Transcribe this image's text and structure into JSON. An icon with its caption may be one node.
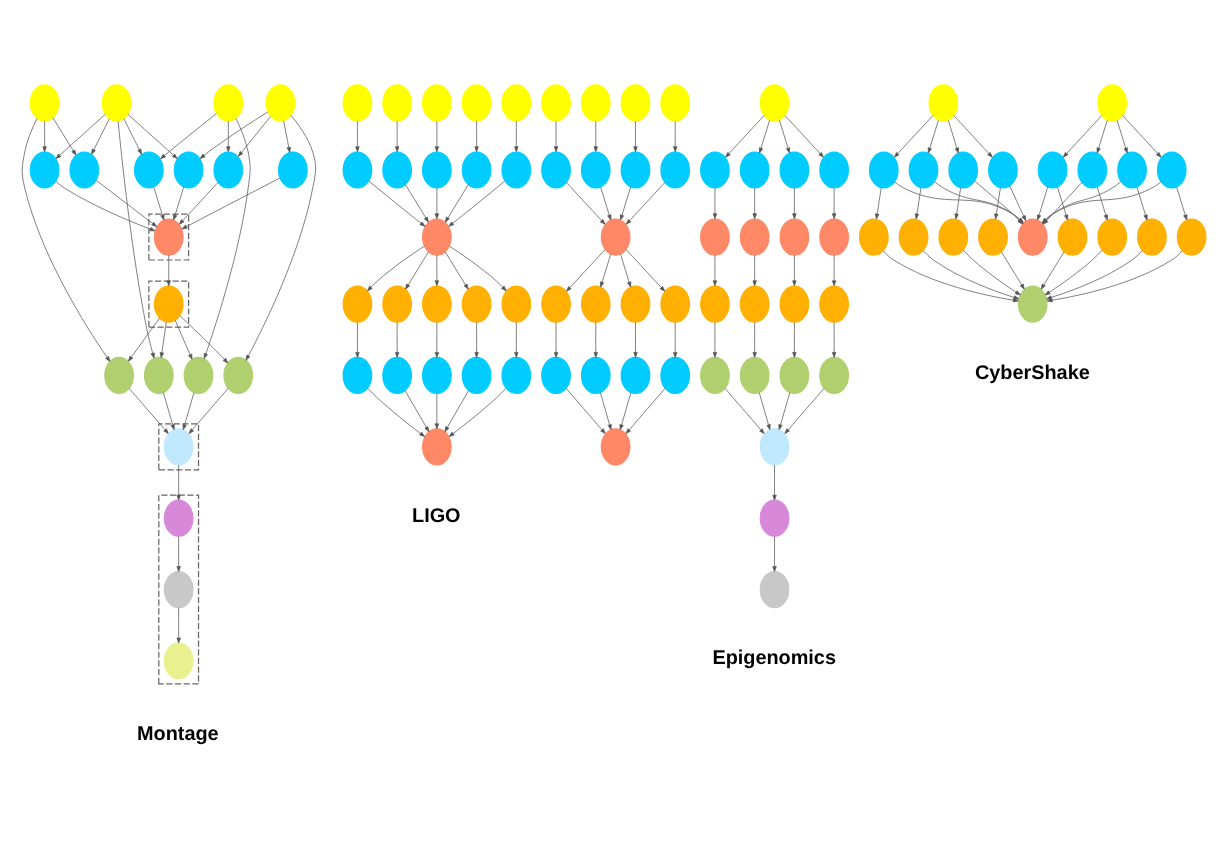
{
  "diagram": {
    "nodes": [
      {
        "text": [],
        "shape": "circle"
      },
      {
        "text": [],
        "shape": "circle"
      },
      {
        "text": [],
        "shape": "circle"
      },
      {
        "text": [],
        "shape": "circle"
      },
      {
        "text": [],
        "shape": "circle"
      },
      {
        "text": [],
        "shape": "circle"
      },
      {
        "text": [],
        "shape": "circle"
      },
      {
        "text": [],
        "shape": "circle"
      },
      {
        "text": [],
        "shape": "circle"
      },
      {
        "text": [],
        "shape": "circle"
      },
      {
        "text": [],
        "shape": "box"
      },
      {
        "text": [],
        "shape": "circle",
        "in": 10
      },
      {
        "text": [],
        "shape": "box"
      },
      {
        "text": [],
        "shape": "circle",
        "in": 12
      },
      {
        "text": [],
        "shape": "circle"
      },
      {
        "text": [],
        "shape": "circle"
      },
      {
        "text": [],
        "shape": "circle"
      },
      {
        "text": [],
        "shape": "circle"
      },
      {
        "text": [],
        "shape": "box"
      },
      {
        "text": [],
        "shape": "circle",
        "in": 18
      },
      {
        "text": [],
        "shape": "box"
      },
      {
        "text": [],
        "shape": "circle",
        "in": 20
      },
      {
        "text": [],
        "shape": "circle",
        "in": 20
      },
      {
        "text": [],
        "shape": "circle",
        "in": 20
      },
      {
        "text": [],
        "shape": "circle"
      },
      {
        "text": [],
        "shape": "circle"
      },
      {
        "text": [],
        "shape": "circle"
      },
      {
        "text": [],
        "shape": "circle"
      },
      {
        "text": [],
        "shape": "circle"
      },
      {
        "text": [],
        "shape": "circle"
      },
      {
        "text": [],
        "shape": "circle"
      },
      {
        "text": [],
        "shape": "circle"
      },
      {
        "text": [],
        "shape": "circle"
      },
      {
        "text": [],
        "shape": "circle"
      },
      {
        "text": [],
        "shape": "circle"
      },
      {
        "text": [],
        "shape": "circle"
      },
      {
        "text": [],
        "shape": "circle"
      },
      {
        "text": [],
        "shape": "circle"
      },
      {
        "text": [],
        "shape": "circle"
      },
      {
        "text": [],
        "shape": "circle"
      },
      {
        "text": [],
        "shape": "circle"
      },
      {
        "text": [],
        "shape": "circle"
      },
      {
        "text": [],
        "shape": "circle"
      },
      {
        "text": [],
        "shape": "circle"
      },
      {
        "text": [],
        "shape": "circle"
      },
      {
        "text": [],
        "shape": "circle"
      },
      {
        "text": [],
        "shape": "circle"
      },
      {
        "text": [],
        "shape": "circle"
      },
      {
        "text": [],
        "shape": "circle"
      },
      {
        "text": [],
        "shape": "circle"
      },
      {
        "text": [],
        "shape": "circle"
      },
      {
        "text": [],
        "shape": "circle"
      },
      {
        "text": [],
        "shape": "circle"
      },
      {
        "text": [],
        "shape": "circle"
      },
      {
        "text": [],
        "shape": "circle"
      },
      {
        "text": [],
        "shape": "circle"
      },
      {
        "text": [],
        "shape": "circle"
      },
      {
        "text": [],
        "shape": "circle"
      },
      {
        "text": [],
        "shape": "circle"
      },
      {
        "text": [],
        "shape": "circle"
      },
      {
        "text": [],
        "shape": "circle"
      },
      {
        "text": [],
        "shape": "circle"
      },
      {
        "text": [],
        "shape": "circle"
      },
      {
        "text": [],
        "shape": "circle"
      },
      {
        "text": [],
        "shape": "circle"
      },
      {
        "text": [],
        "shape": "circle"
      },
      {
        "text": [],
        "shape": "circle"
      },
      {
        "text": [],
        "shape": "circle"
      },
      {
        "text": [],
        "shape": "circle"
      },
      {
        "text": [],
        "shape": "circle"
      },
      {
        "text": [],
        "shape": "circle"
      },
      {
        "text": [],
        "shape": "circle"
      },
      {
        "text": [],
        "shape": "circle"
      },
      {
        "text": [],
        "shape": "circle"
      },
      {
        "text": [],
        "shape": "circle"
      },
      {
        "text": [],
        "shape": "circle"
      },
      {
        "text": [],
        "shape": "circle"
      },
      {
        "text": [],
        "shape": "circle"
      },
      {
        "text": [],
        "shape": "circle"
      },
      {
        "text": [],
        "shape": "circle"
      },
      {
        "text": [],
        "shape": "circle"
      },
      {
        "text": [],
        "shape": "circle"
      },
      {
        "text": [],
        "shape": "circle"
      },
      {
        "text": [],
        "shape": "circle"
      },
      {
        "text": [],
        "shape": "circle"
      },
      {
        "text": [],
        "shape": "circle"
      },
      {
        "text": [],
        "shape": "circle"
      },
      {
        "text": [],
        "shape": "circle"
      },
      {
        "text": [],
        "shape": "circle"
      },
      {
        "text": [],
        "shape": "circle"
      },
      {
        "text": [],
        "shape": "circle"
      },
      {
        "text": [],
        "shape": "circle"
      },
      {
        "text": [],
        "shape": "circle"
      },
      {
        "text": [],
        "shape": "circle"
      },
      {
        "text": [],
        "shape": "circle"
      },
      {
        "text": [],
        "shape": "circle"
      },
      {
        "text": [],
        "shape": "circle"
      },
      {
        "text": [],
        "shape": "circle"
      },
      {
        "text": [],
        "shape": "circle"
      },
      {
        "text": [],
        "shape": "circle"
      },
      {
        "text": [],
        "shape": "circle"
      },
      {
        "text": [],
        "shape": "circle"
      },
      {
        "text": [],
        "shape": "circle"
      },
      {
        "text": [],
        "shape": "circle"
      }
    ],
    "edges": [
      {
        "from": 0,
        "to": 4,
        "arrow": "to"
      },
      {
        "from": 0,
        "to": 5,
        "arrow": "to"
      },
      {
        "from": 0,
        "to": 14,
        "arrow": "to"
      },
      {
        "from": 1,
        "to": 4,
        "arrow": "to"
      },
      {
        "from": 1,
        "to": 5,
        "arrow": "to"
      },
      {
        "from": 1,
        "to": 6,
        "arrow": "to"
      },
      {
        "from": 1,
        "to": 8,
        "arrow": "to"
      },
      {
        "from": 1,
        "to": 15,
        "arrow": "to"
      },
      {
        "from": 2,
        "to": 6,
        "arrow": "to"
      },
      {
        "from": 2,
        "to": 7,
        "arrow": "to"
      },
      {
        "from": 2,
        "to": 16,
        "arrow": "to"
      },
      {
        "from": 3,
        "to": 7,
        "arrow": "to"
      },
      {
        "from": 3,
        "to": 8,
        "arrow": "to"
      },
      {
        "from": 3,
        "to": 9,
        "arrow": "to"
      },
      {
        "from": 3,
        "to": 17,
        "arrow": "to"
      },
      {
        "from": 4,
        "to": 11,
        "arrow": "to"
      },
      {
        "from": 5,
        "to": 11,
        "arrow": "to"
      },
      {
        "from": 6,
        "to": 11,
        "arrow": "to"
      },
      {
        "from": 7,
        "to": 11,
        "arrow": "to"
      },
      {
        "from": 8,
        "to": 11,
        "arrow": "to"
      },
      {
        "from": 9,
        "to": 11,
        "arrow": "to"
      },
      {
        "from": 11,
        "to": 13,
        "arrow": "to"
      },
      {
        "from": 13,
        "to": 14,
        "arrow": "to"
      },
      {
        "from": 13,
        "to": 15,
        "arrow": "to"
      },
      {
        "from": 13,
        "to": 16,
        "arrow": "to"
      },
      {
        "from": 13,
        "to": 17,
        "arrow": "to"
      },
      {
        "from": 14,
        "to": 19,
        "arrow": "to"
      },
      {
        "from": 15,
        "to": 19,
        "arrow": "to"
      },
      {
        "from": 16,
        "to": 19,
        "arrow": "to"
      },
      {
        "from": 17,
        "to": 19,
        "arrow": "to"
      },
      {
        "from": 19,
        "to": 21,
        "arrow": "to"
      },
      {
        "from": 21,
        "to": 22,
        "arrow": "to"
      },
      {
        "from": 22,
        "to": 23,
        "arrow": "to"
      },
      {
        "from": 24,
        "to": 33,
        "arrow": "to"
      },
      {
        "from": 25,
        "to": 34,
        "arrow": "to"
      },
      {
        "from": 26,
        "to": 35,
        "arrow": "to"
      },
      {
        "from": 27,
        "to": 36,
        "arrow": "to"
      },
      {
        "from": 28,
        "to": 37,
        "arrow": "to"
      },
      {
        "from": 29,
        "to": 38,
        "arrow": "to"
      },
      {
        "from": 30,
        "to": 39,
        "arrow": "to"
      },
      {
        "from": 31,
        "to": 40,
        "arrow": "to"
      },
      {
        "from": 32,
        "to": 41,
        "arrow": "to"
      },
      {
        "from": 33,
        "to": 42,
        "arrow": "to"
      },
      {
        "from": 34,
        "to": 42,
        "arrow": "to"
      },
      {
        "from": 35,
        "to": 42,
        "arrow": "to"
      },
      {
        "from": 36,
        "to": 42,
        "arrow": "to"
      },
      {
        "from": 37,
        "to": 42,
        "arrow": "to"
      },
      {
        "from": 38,
        "to": 43,
        "arrow": "to"
      },
      {
        "from": 39,
        "to": 43,
        "arrow": "to"
      },
      {
        "from": 40,
        "to": 43,
        "arrow": "to"
      },
      {
        "from": 41,
        "to": 43,
        "arrow": "to"
      },
      {
        "from": 42,
        "to": 44,
        "arrow": "to"
      },
      {
        "from": 42,
        "to": 45,
        "arrow": "to"
      },
      {
        "from": 42,
        "to": 46,
        "arrow": "to"
      },
      {
        "from": 42,
        "to": 47,
        "arrow": "to"
      },
      {
        "from": 42,
        "to": 48,
        "arrow": "to"
      },
      {
        "from": 43,
        "to": 49,
        "arrow": "to"
      },
      {
        "from": 43,
        "to": 50,
        "arrow": "to"
      },
      {
        "from": 43,
        "to": 51,
        "arrow": "to"
      },
      {
        "from": 43,
        "to": 52,
        "arrow": "to"
      },
      {
        "from": 44,
        "to": 53,
        "arrow": "to"
      },
      {
        "from": 45,
        "to": 54,
        "arrow": "to"
      },
      {
        "from": 46,
        "to": 55,
        "arrow": "to"
      },
      {
        "from": 47,
        "to": 56,
        "arrow": "to"
      },
      {
        "from": 48,
        "to": 57,
        "arrow": "to"
      },
      {
        "from": 49,
        "to": 58,
        "arrow": "to"
      },
      {
        "from": 50,
        "to": 59,
        "arrow": "to"
      },
      {
        "from": 51,
        "to": 60,
        "arrow": "to"
      },
      {
        "from": 52,
        "to": 61,
        "arrow": "to"
      },
      {
        "from": 53,
        "to": 62,
        "arrow": "to"
      },
      {
        "from": 54,
        "to": 62,
        "arrow": "to"
      },
      {
        "from": 55,
        "to": 62,
        "arrow": "to"
      },
      {
        "from": 56,
        "to": 62,
        "arrow": "to"
      },
      {
        "from": 57,
        "to": 62,
        "arrow": "to"
      },
      {
        "from": 58,
        "to": 63,
        "arrow": "to"
      },
      {
        "from": 59,
        "to": 63,
        "arrow": "to"
      },
      {
        "from": 60,
        "to": 63,
        "arrow": "to"
      },
      {
        "from": 61,
        "to": 63,
        "arrow": "to"
      },
      {
        "from": 64,
        "to": 65,
        "arrow": "to"
      },
      {
        "from": 64,
        "to": 66,
        "arrow": "to"
      },
      {
        "from": 64,
        "to": 67,
        "arrow": "to"
      },
      {
        "from": 64,
        "to": 68,
        "arrow": "to"
      },
      {
        "from": 65,
        "to": 69,
        "arrow": "to"
      },
      {
        "from": 66,
        "to": 70,
        "arrow": "to"
      },
      {
        "from": 67,
        "to": 71,
        "arrow": "to"
      },
      {
        "from": 68,
        "to": 72,
        "arrow": "to"
      },
      {
        "from": 69,
        "to": 73,
        "arrow": "to"
      },
      {
        "from": 70,
        "to": 74,
        "arrow": "to"
      },
      {
        "from": 71,
        "to": 75,
        "arrow": "to"
      },
      {
        "from": 72,
        "to": 76,
        "arrow": "to"
      },
      {
        "from": 73,
        "to": 77,
        "arrow": "to"
      },
      {
        "from": 74,
        "to": 78,
        "arrow": "to"
      },
      {
        "from": 75,
        "to": 79,
        "arrow": "to"
      },
      {
        "from": 76,
        "to": 80,
        "arrow": "to"
      },
      {
        "from": 77,
        "to": 81,
        "arrow": "to"
      },
      {
        "from": 78,
        "to": 81,
        "arrow": "to"
      },
      {
        "from": 79,
        "to": 81,
        "arrow": "to"
      },
      {
        "from": 80,
        "to": 81,
        "arrow": "to"
      },
      {
        "from": 81,
        "to": 82,
        "arrow": "to"
      },
      {
        "from": 82,
        "to": 83,
        "arrow": "to"
      },
      {
        "from": 84,
        "to": 86,
        "arrow": "to"
      },
      {
        "from": 84,
        "to": 87,
        "arrow": "to"
      },
      {
        "from": 84,
        "to": 88,
        "arrow": "to"
      },
      {
        "from": 84,
        "to": 89,
        "arrow": "to"
      },
      {
        "from": 85,
        "to": 90,
        "arrow": "to"
      },
      {
        "from": 85,
        "to": 91,
        "arrow": "to"
      },
      {
        "from": 85,
        "to": 92,
        "arrow": "to"
      },
      {
        "from": 85,
        "to": 93,
        "arrow": "to"
      },
      {
        "from": 86,
        "to": 94,
        "arrow": "to"
      },
      {
        "from": 87,
        "to": 94,
        "arrow": "to"
      },
      {
        "from": 88,
        "to": 94,
        "arrow": "to"
      },
      {
        "from": 89,
        "to": 94,
        "arrow": "to"
      },
      {
        "from": 90,
        "to": 94,
        "arrow": "to"
      },
      {
        "from": 91,
        "to": 94,
        "arrow": "to"
      },
      {
        "from": 92,
        "to": 94,
        "arrow": "to"
      },
      {
        "from": 93,
        "to": 94,
        "arrow": "to"
      },
      {
        "from": 86,
        "to": 95,
        "arrow": "to"
      },
      {
        "from": 87,
        "to": 96,
        "arrow": "to"
      },
      {
        "from": 88,
        "to": 97,
        "arrow": "to"
      },
      {
        "from": 89,
        "to": 98,
        "arrow": "to"
      },
      {
        "from": 90,
        "to": 99,
        "arrow": "to"
      },
      {
        "from": 91,
        "to": 100,
        "arrow": "to"
      },
      {
        "from": 92,
        "to": 101,
        "arrow": "to"
      },
      {
        "from": 93,
        "to": 102,
        "arrow": "to"
      },
      {
        "from": 95,
        "to": 103,
        "arrow": "to"
      },
      {
        "from": 96,
        "to": 103,
        "arrow": "to"
      },
      {
        "from": 97,
        "to": 103,
        "arrow": "to"
      },
      {
        "from": 98,
        "to": 103,
        "arrow": "to"
      },
      {
        "from": 99,
        "to": 103,
        "arrow": "to"
      },
      {
        "from": 100,
        "to": 103,
        "arrow": "to"
      },
      {
        "from": 101,
        "to": 103,
        "arrow": "to"
      },
      {
        "from": 102,
        "to": 103,
        "arrow": "to"
      }
    ],
    "labels": [
      "LIGO",
      "Epigenomics",
      "Montage",
      "CyberShake"
    ]
  }
}
